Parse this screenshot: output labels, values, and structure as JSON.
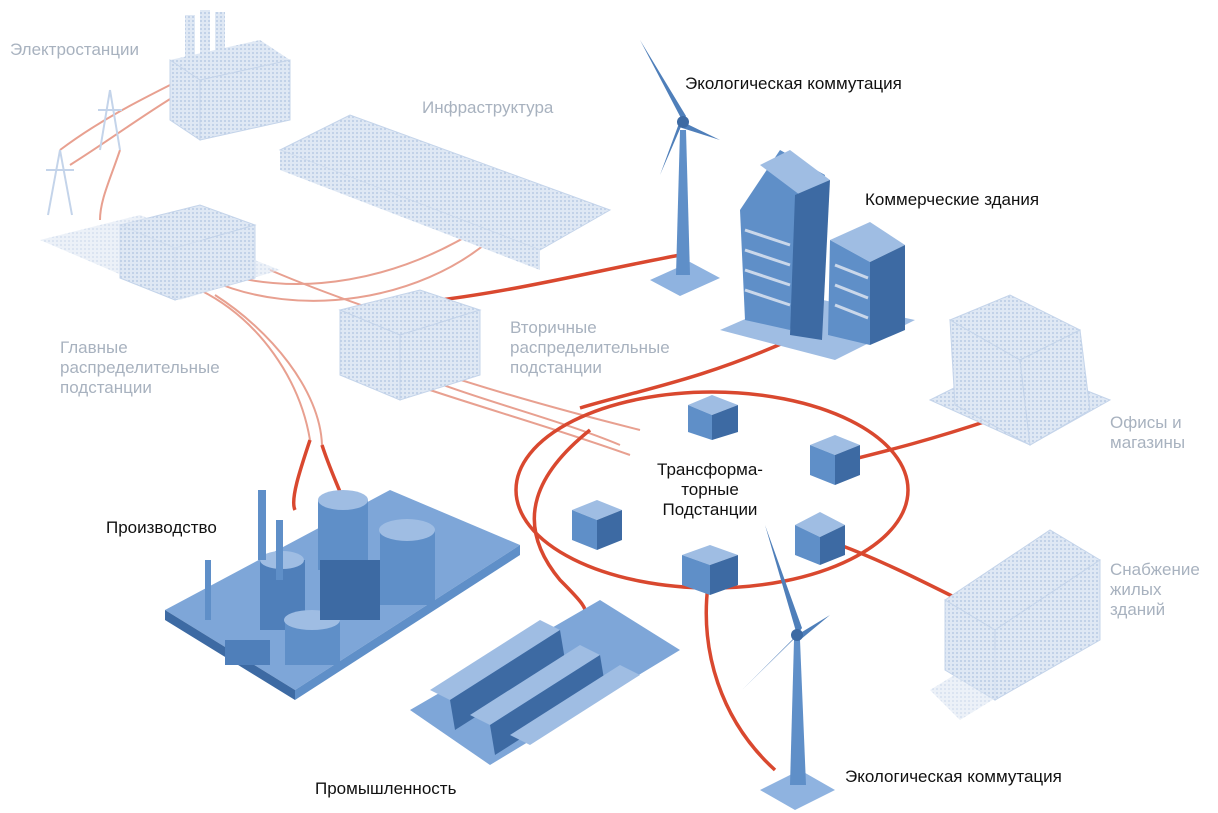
{
  "colors": {
    "cable": "#d9482f",
    "cable_faded": "#e8a090",
    "building": "#5f8fc8",
    "building_light": "#9fbde3",
    "building_dark": "#3d6aa3",
    "faded_building": "#c9d7ea",
    "label_dark": "#111111",
    "label_faded": "#a8b2bf"
  },
  "labels": {
    "power_plants": "Электростанции",
    "infrastructure": "Инфраструктура",
    "main_substations": "Главные\nраспределительные\nподстанции",
    "secondary_substations": "Вторичные\nраспределительные\nподстанции",
    "eco_top": "Экологическая коммутация",
    "commercial": "Коммерческие здания",
    "offices": "Офисы и\nмагазины",
    "transformer": "Трансформа-\nторные\nПодстанции",
    "production": "Производство",
    "residential": "Снабжение\nжилых\nзданий",
    "industry": "Промышленность",
    "eco_bottom": "Экологическая коммутация"
  },
  "icons": [
    "power-plant-icon",
    "pylon-icon",
    "infrastructure-icon",
    "main-substation-icon",
    "secondary-substation-icon",
    "wind-turbine-icon",
    "office-tower-icon",
    "shop-building-icon",
    "house-icon",
    "factory-icon",
    "industrial-hall-icon",
    "transformer-box-icon"
  ]
}
